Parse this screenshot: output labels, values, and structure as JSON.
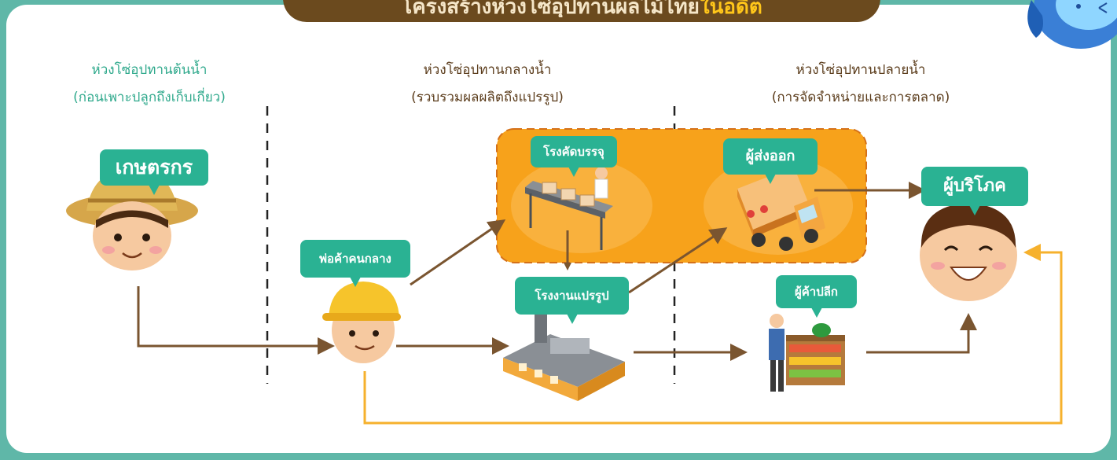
{
  "title": {
    "main": "โครงสร้างห่วงโซ่อุปทานผลไม้ไทย",
    "highlight": "ในอดีต"
  },
  "columns": [
    {
      "line1": "ห่วงโซ่อุปทานต้นน้ำ",
      "line2": "(ก่อนเพาะปลูกถึงเก็บเกี่ยว)"
    },
    {
      "line1": "ห่วงโซ่อุปทานกลางน้ำ",
      "line2": "(รวบรวมผลผลิตถึงแปรรูป)"
    },
    {
      "line1": "ห่วงโซ่อุปทานปลายน้ำ",
      "line2": "(การจัดจำหน่ายและการตลาด)"
    }
  ],
  "nodes": {
    "farmer": "เกษตรกร",
    "middleman": "พ่อค้าคนกลาง",
    "packing_house": "โรงคัดบรรจุ",
    "processing_factory": "โรงงานแปรรูป",
    "exporter": "ผู้ส่งออก",
    "retailer": "ผู้ค้าปลีก",
    "consumer": "ผู้บริโภค"
  },
  "colors": {
    "background": "#5fb7a8",
    "tag": "#2ab293",
    "arrow": "#7a5530",
    "orange_arrow": "#f6b12d",
    "export_zone": "#f7a21b",
    "banner": "#6b4a1e"
  }
}
